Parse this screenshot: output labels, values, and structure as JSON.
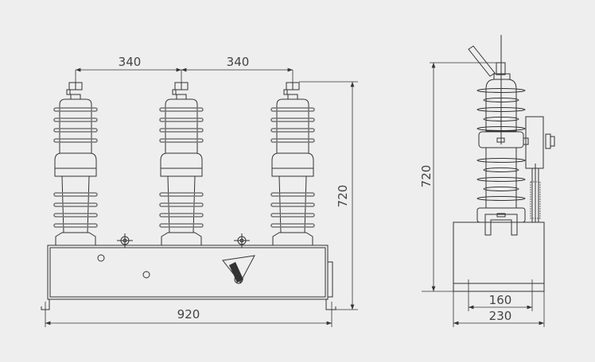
{
  "front_view": {
    "pole_spacing_left": "340",
    "pole_spacing_right": "340",
    "height": "720",
    "width": "920"
  },
  "side_view": {
    "height": "720",
    "inner_width": "160",
    "outer_width": "230"
  },
  "colors": {
    "background": "#eeeeee",
    "line": "#333333"
  }
}
